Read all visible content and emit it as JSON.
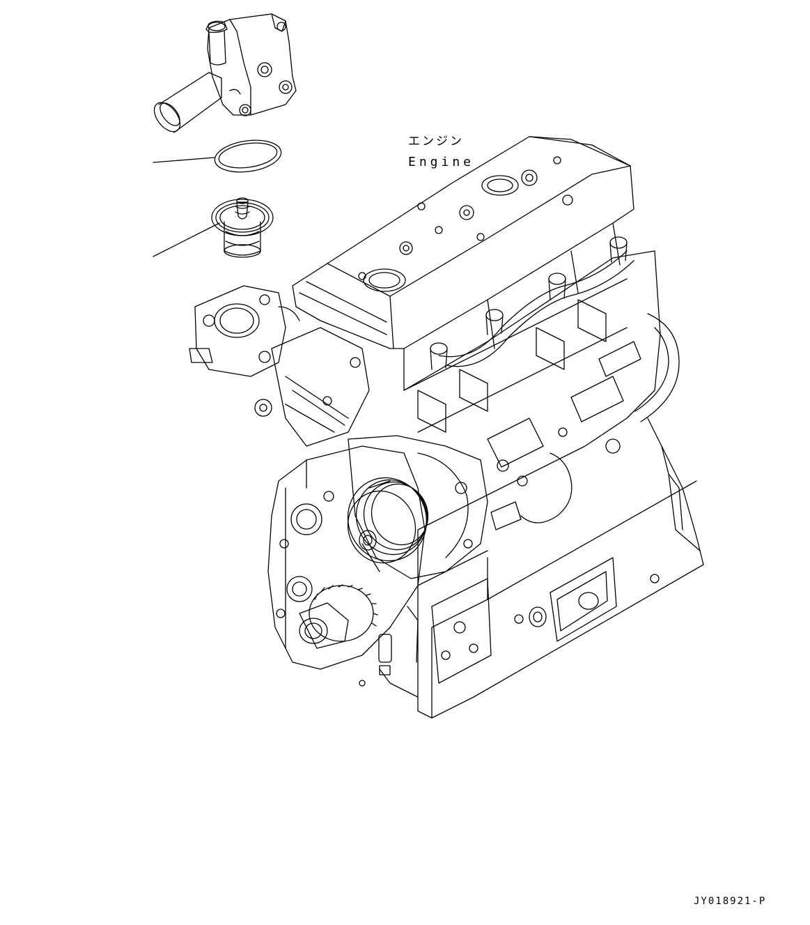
{
  "labels": {
    "engine_ja": "エンジン",
    "engine_en": "Engine",
    "drawing_code": "JY018921-P"
  },
  "parts": [
    "thermostat-housing",
    "o-ring-seal",
    "thermostat",
    "engine-assembly"
  ],
  "colors": {
    "line": "#000000",
    "background": "#ffffff"
  }
}
